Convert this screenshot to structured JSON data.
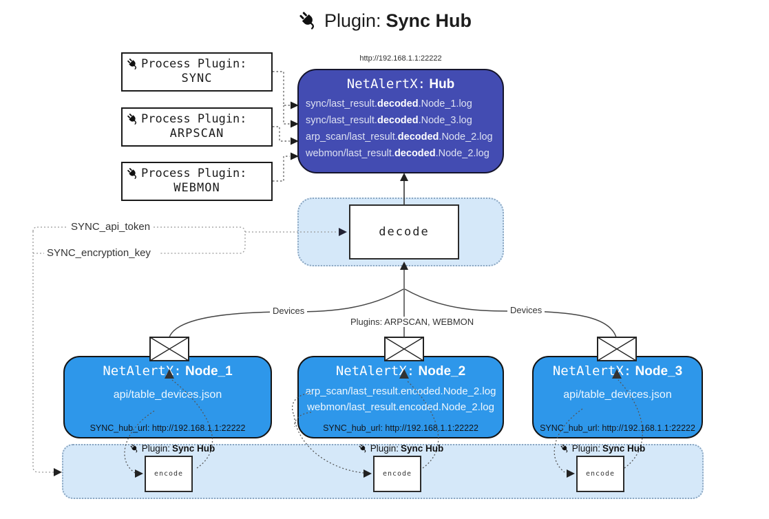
{
  "title": {
    "label": "Plugin:",
    "name": "Sync Hub"
  },
  "hub": {
    "url": "http://192.168.1.1:22222",
    "prefix": "NetAlertX:",
    "name": "Hub",
    "logs": [
      {
        "pre": "sync/last_result.",
        "bold": "decoded",
        "post": ".Node_1.log"
      },
      {
        "pre": "sync/last_result.",
        "bold": "decoded",
        "post": ".Node_3.log"
      },
      {
        "pre": "arp_scan/last_result.",
        "bold": "decoded",
        "post": ".Node_2.log"
      },
      {
        "pre": "webmon/last_result.",
        "bold": "decoded",
        "post": ".Node_2.log"
      }
    ]
  },
  "process_plugins": [
    {
      "label": "Process Plugin:",
      "name": "SYNC"
    },
    {
      "label": "Process Plugin:",
      "name": "ARPSCAN"
    },
    {
      "label": "Process Plugin:",
      "name": "WEBMON"
    }
  ],
  "decode_label": "decode",
  "settings": {
    "api_token": "SYNC_api_token",
    "encryption_key": "SYNC_encryption_key"
  },
  "edge_labels": {
    "left": "Devices",
    "middle": "Plugins: ARPSCAN, WEBMON",
    "right": "Devices"
  },
  "nodes": [
    {
      "prefix": "NetAlertX:",
      "name": "Node_1",
      "files": [
        "api/table_devices.json"
      ],
      "hub_url": "SYNC_hub_url: http://192.168.1.1:22222"
    },
    {
      "prefix": "NetAlertX:",
      "name": "Node_2",
      "files": [
        "arp_scan/last_result.encoded.Node_2.log",
        "webmon/last_result.encoded.Node_2.log"
      ],
      "hub_url": "SYNC_hub_url: http://192.168.1.1:22222"
    },
    {
      "prefix": "NetAlertX:",
      "name": "Node_3",
      "files": [
        "api/table_devices.json"
      ],
      "hub_url": "SYNC_hub_url: http://192.168.1.1:22222"
    }
  ],
  "encoders": [
    {
      "label": "Plugin:",
      "name": "Sync Hub",
      "box": "encode"
    },
    {
      "label": "Plugin:",
      "name": "Sync Hub",
      "box": "encode"
    },
    {
      "label": "Plugin:",
      "name": "Sync Hub",
      "box": "encode"
    }
  ],
  "colors": {
    "hub_bg": "#434cb2",
    "node_bg": "#2e97ea",
    "panel_bg": "#d5e8f9",
    "border": "#1a1a1a"
  }
}
